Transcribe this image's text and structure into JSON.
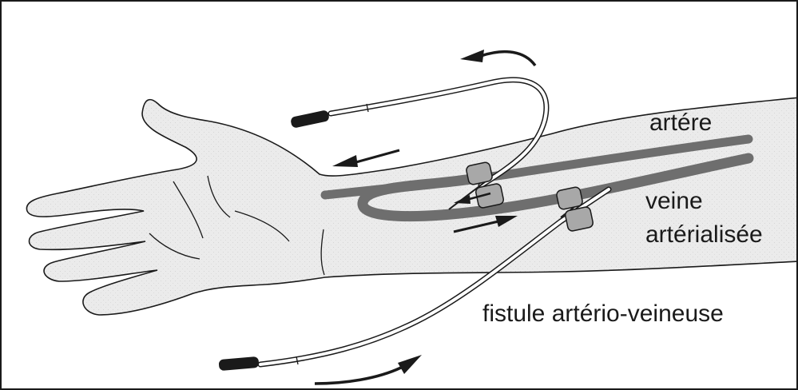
{
  "labels": {
    "artery": "artére",
    "vein_line1": "veine",
    "vein_line2": "artérialisée",
    "fistula": "fistule artério-veineuse"
  },
  "colors": {
    "outline": "#1a1a1a",
    "skin_fill": "#ebebeb",
    "vessel": "#6e6e6e",
    "tape": "#a8a8a8",
    "tube": "#ffffff",
    "background": "#ffffff"
  },
  "icons": [
    "flow-arrow-icon",
    "needle-connector-icon",
    "tape-icon"
  ]
}
